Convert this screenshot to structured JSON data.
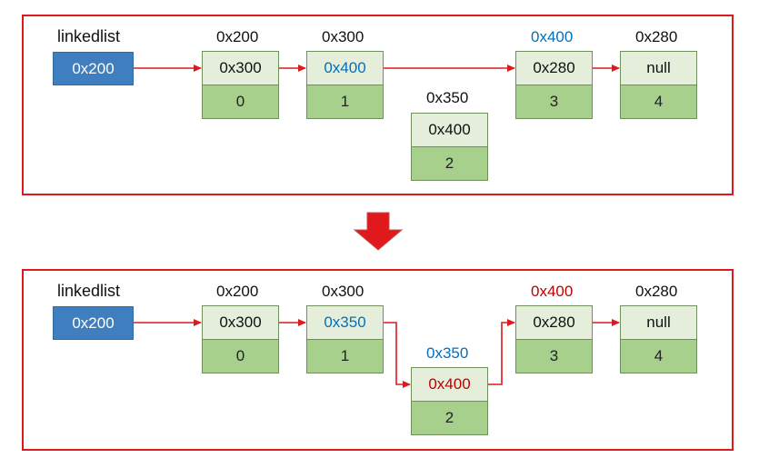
{
  "colors": {
    "border": "#e0191c",
    "arrow": "#e0191c",
    "head_fill": "#3f7fbf",
    "pointer_fill": "#e4eedb",
    "value_fill": "#a8d08d",
    "blue_text": "#0070c0",
    "red_text": "#c00000",
    "black_text": "#111111"
  },
  "before": {
    "list_label": "linkedlist",
    "head_value": "0x200",
    "nodes": [
      {
        "address": "0x200",
        "next": "0x300",
        "value": "0"
      },
      {
        "address": "0x300",
        "next": "0x400",
        "value": "1"
      },
      {
        "address": "0x350",
        "next": "0x400",
        "value": "2"
      },
      {
        "address": "0x400",
        "next": "0x280",
        "value": "3"
      },
      {
        "address": "0x280",
        "next": "null",
        "value": "4"
      }
    ]
  },
  "transition_icon": "down-arrow-icon",
  "after": {
    "list_label": "linkedlist",
    "head_value": "0x200",
    "nodes": [
      {
        "address": "0x200",
        "next": "0x300",
        "value": "0"
      },
      {
        "address": "0x300",
        "next": "0x350",
        "value": "1"
      },
      {
        "address": "0x350",
        "next": "0x400",
        "value": "2"
      },
      {
        "address": "0x400",
        "next": "0x280",
        "value": "3"
      },
      {
        "address": "0x280",
        "next": "null",
        "value": "4"
      }
    ]
  }
}
